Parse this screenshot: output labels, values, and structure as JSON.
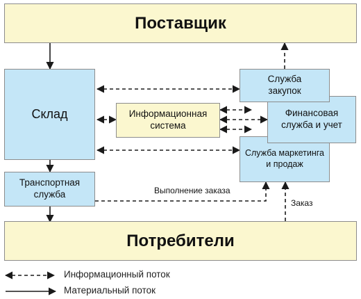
{
  "nodes": {
    "supplier": "Поставщик",
    "warehouse": "Склад",
    "info_system": "Информационная система",
    "procurement": "Служба закупок",
    "finance": "Финансовая служба и учет",
    "marketing": "Служба маркетинга и продаж",
    "transport": "Транспортная служба",
    "consumers": "Потребители"
  },
  "labels": {
    "order_fulfillment": "Выполнение заказа",
    "order": "Заказ"
  },
  "legend": {
    "info_flow": "Информационный поток",
    "material_flow": "Материальный поток"
  },
  "colors": {
    "yellow_box": "#fbf7cf",
    "blue_box": "#c4e6f7",
    "lines": "#1a1a1a"
  }
}
